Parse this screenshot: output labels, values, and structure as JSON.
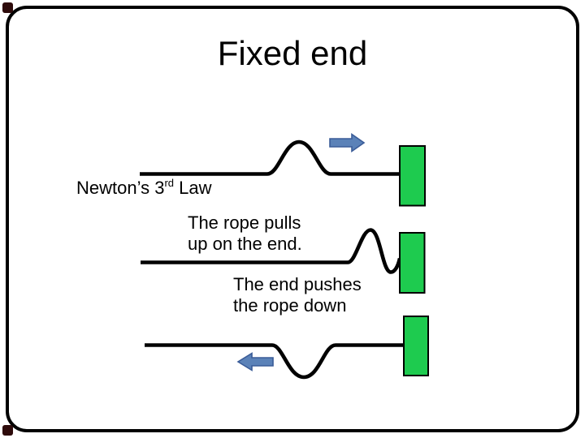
{
  "slide": {
    "title": "Fixed end",
    "newtons_law": {
      "base": "Newton’s 3",
      "superscript": "rd",
      "rest": " Law"
    },
    "captions": {
      "rope_pulls_line1": "The rope pulls",
      "rope_pulls_line2": "up on the end.",
      "end_pushes_line1": "The end pushes",
      "end_pushes_line2": "the rope down"
    },
    "icons": {
      "arrow_right": "right-block-arrow",
      "arrow_left": "left-block-arrow"
    },
    "colors": {
      "wall_green": "#1ecb4f",
      "rope_black": "#000000",
      "arrow_fill": "#5b82b8",
      "arrow_outline": "#3a5c98",
      "frame_black": "#000000",
      "corner_accent": "#2e0b0b"
    }
  }
}
